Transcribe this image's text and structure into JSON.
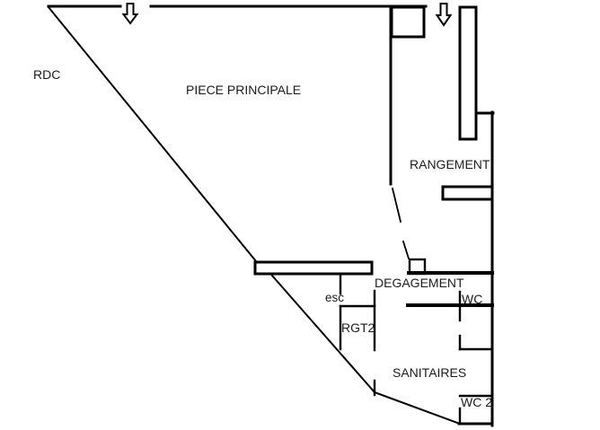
{
  "drawing": {
    "type": "architectural-floor-plan",
    "colors": {
      "line": "#000000",
      "background": "#ffffff",
      "text": "#1c1c1c"
    },
    "labels": {
      "floor": "RDC",
      "main_room": "PIECE PRINCIPALE",
      "storage": "RANGEMENT",
      "corridor": "DEGAGEMENT",
      "stairs": "esc",
      "storage2": "RGT2",
      "wc": "WC",
      "sanitary": "SANITAIRES",
      "wc2": "WC 2"
    },
    "icons": {
      "entrance_arrow_1": "down-arrow-icon",
      "entrance_arrow_2": "down-arrow-icon"
    }
  }
}
